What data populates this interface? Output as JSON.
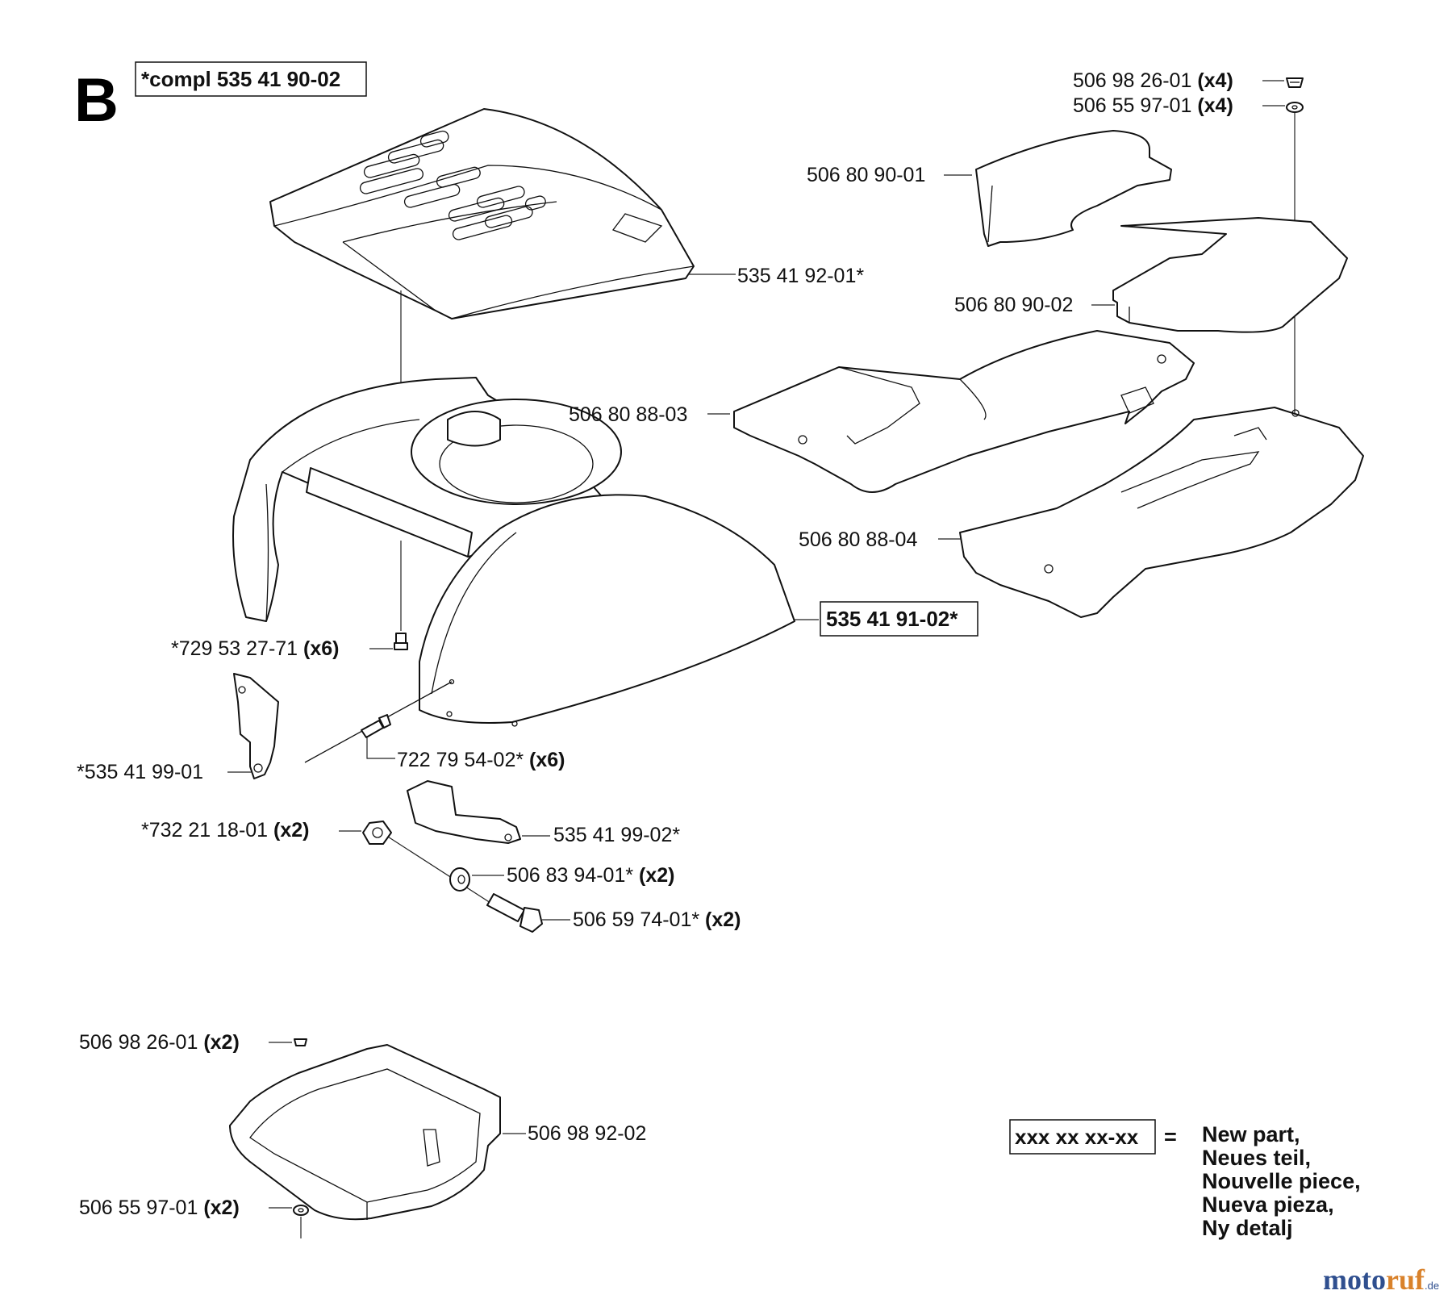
{
  "section_letter": "B",
  "assembly_label": "*compl 535 41 90-02",
  "parts": {
    "washer_top_label": "506 98 26-01",
    "washer_top_qty": "(x4)",
    "nut_top_label": "506 55 97-01",
    "nut_top_qty": "(x4)",
    "mat_upper_label": "506 80 90-01",
    "cover_top_label": "535 41 92-01*",
    "mat_upper_2_label": "506 80 90-02",
    "floor_mat_left_label": "506 80 88-03",
    "floor_mat_right_label": "506 80 88-04",
    "hood_label": "535 41 91-02*",
    "screw_label": "*729 53 27-71",
    "screw_qty": "(x6)",
    "bracket_left_label": "*535 41 99-01",
    "rivet_label": "722 79 54-02*",
    "rivet_qty": "(x6)",
    "nut_label": "*732 21 18-01",
    "nut_qty": "(x2)",
    "bracket_right_label": "535 41 99-02*",
    "washer_label": "506 83 94-01*",
    "washer_qty": "(x2)",
    "bolt_label": "506 59 74-01*",
    "bolt_qty": "(x2)",
    "box_screw_label": "506 98 26-01",
    "box_screw_qty": "(x2)",
    "box_label": "506 98 92-02",
    "box_nut_label": "506 55 97-01",
    "box_nut_qty": "(x2)"
  },
  "legend": {
    "box_text": "xxx xx xx-xx",
    "equals": "=",
    "lines": [
      "New part,",
      "Neues teil,",
      "Nouvelle piece,",
      "Nueva pieza,",
      "Ny detalj"
    ]
  },
  "watermark": {
    "part_a": "moto",
    "part_b": "ruf",
    "suffix": ".de"
  }
}
